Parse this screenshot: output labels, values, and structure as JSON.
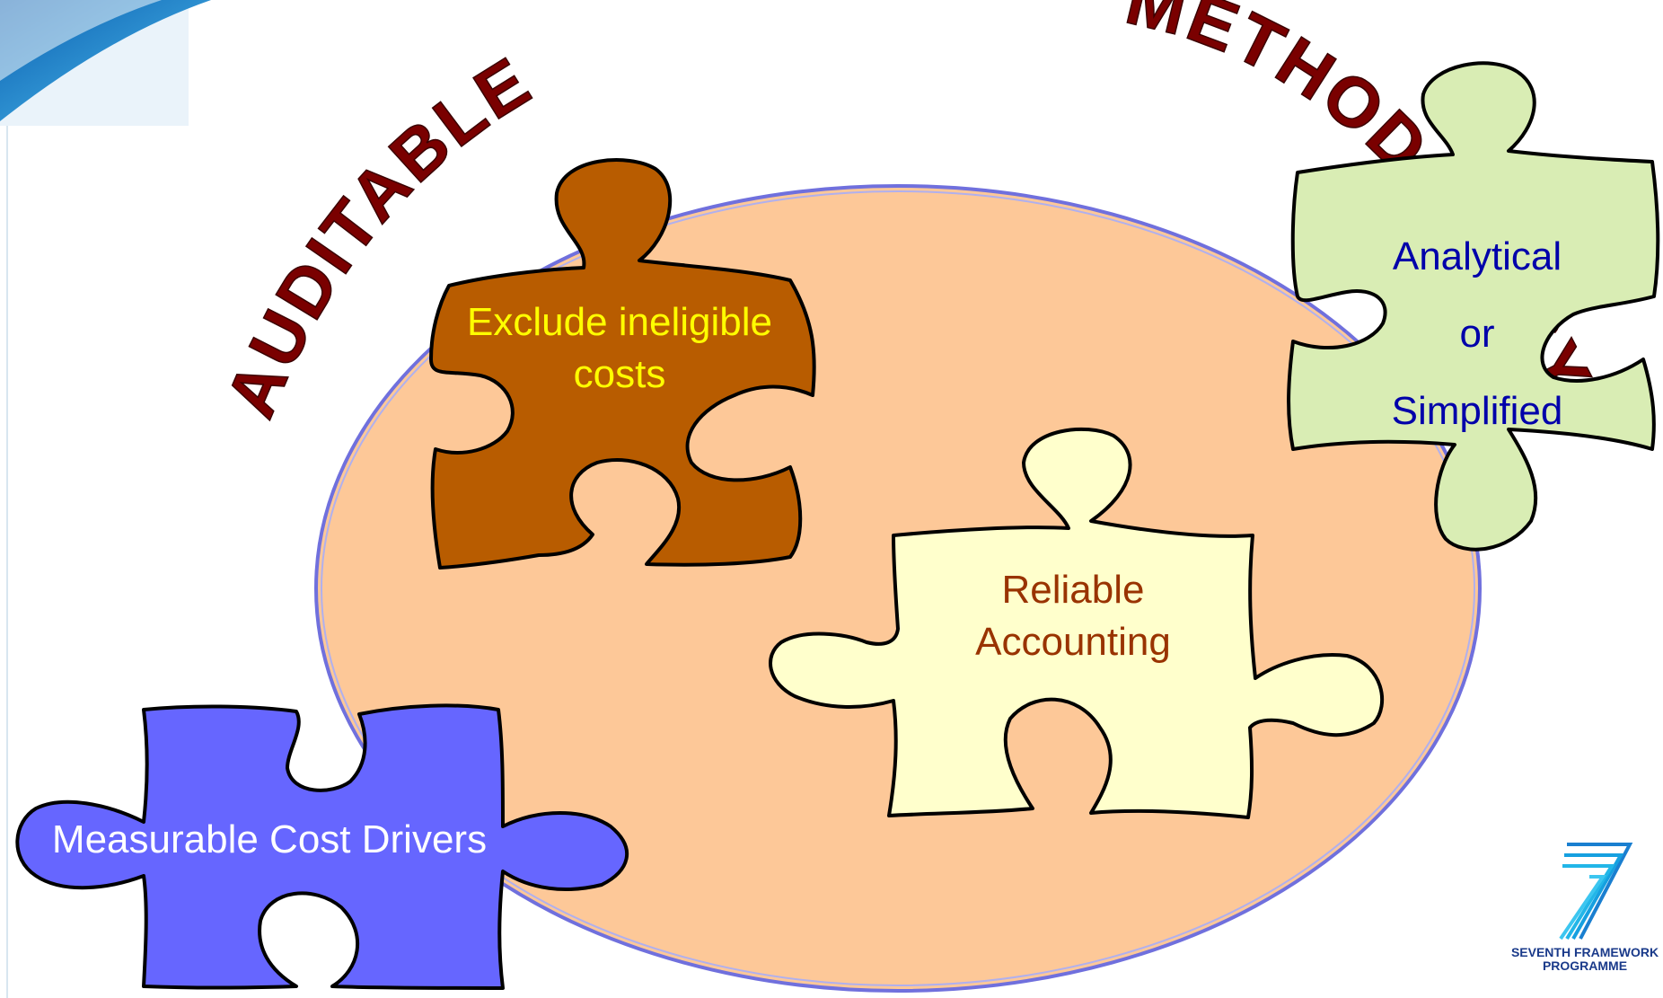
{
  "arc_labels": {
    "left": "AUDITABLE",
    "right": "METHODOLOGY"
  },
  "pieces": {
    "exclude": {
      "line1": "Exclude ineligible",
      "line2": "costs",
      "fill": "#b85c00",
      "text_color": "#ffff00"
    },
    "reliable": {
      "line1": "Reliable",
      "line2": "Accounting",
      "fill": "#ffffcc",
      "text_color": "#993300"
    },
    "analytical": {
      "line1": "Analytical",
      "line2": "or",
      "line3": "Simplified",
      "fill": "#d9edb4",
      "text_color": "#0000aa"
    },
    "measurable": {
      "line1": "Measurable Cost Drivers",
      "fill": "#6666ff",
      "text_color": "#ffffff"
    }
  },
  "logo": {
    "caption_line1": "SEVENTH FRAMEWORK",
    "caption_line2": "PROGRAMME",
    "icon": "fp7-logo-icon"
  },
  "colors": {
    "ellipse_fill": "#fdc898",
    "ellipse_stroke": "#7070dd",
    "arc_text": "#7a0000",
    "corner_swoosh": "#1e90d0"
  }
}
